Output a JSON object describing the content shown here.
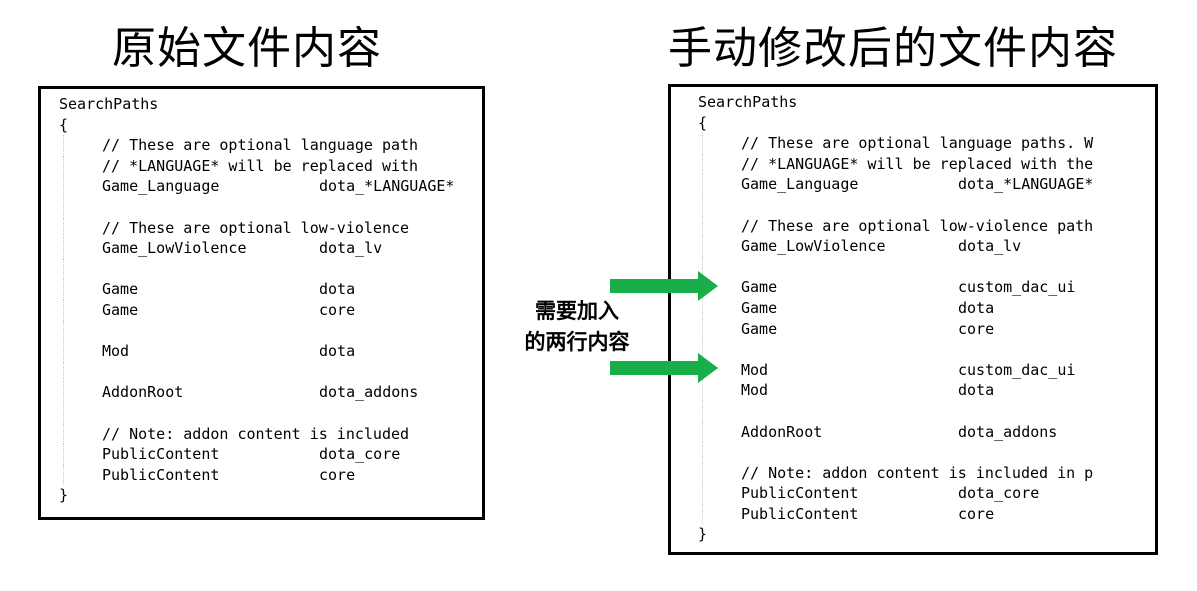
{
  "titles": {
    "left": "原始文件内容",
    "right": "手动修改后的文件内容"
  },
  "annotation": {
    "line1": "需要加入",
    "line2": "的两行内容"
  },
  "colors": {
    "arrow": "#1aae4a",
    "border": "#000000"
  },
  "original_file": [
    {
      "indent": 0,
      "key": "SearchPaths",
      "value": ""
    },
    {
      "indent": 0,
      "key": "{",
      "value": ""
    },
    {
      "indent": 1,
      "key": "// These are optional language path",
      "value": ""
    },
    {
      "indent": 1,
      "key": "// *LANGUAGE* will be replaced with",
      "value": ""
    },
    {
      "indent": 1,
      "key": "Game_Language",
      "value": "dota_*LANGUAGE*"
    },
    {
      "indent": 1,
      "key": "",
      "value": ""
    },
    {
      "indent": 1,
      "key": "// These are optional low-violence",
      "value": ""
    },
    {
      "indent": 1,
      "key": "Game_LowViolence",
      "value": "dota_lv"
    },
    {
      "indent": 1,
      "key": "",
      "value": ""
    },
    {
      "indent": 1,
      "key": "Game",
      "value": "dota"
    },
    {
      "indent": 1,
      "key": "Game",
      "value": "core"
    },
    {
      "indent": 1,
      "key": "",
      "value": ""
    },
    {
      "indent": 1,
      "key": "Mod",
      "value": "dota"
    },
    {
      "indent": 1,
      "key": "",
      "value": ""
    },
    {
      "indent": 1,
      "key": "AddonRoot",
      "value": "dota_addons"
    },
    {
      "indent": 1,
      "key": "",
      "value": ""
    },
    {
      "indent": 1,
      "key": "// Note: addon content is included",
      "value": ""
    },
    {
      "indent": 1,
      "key": "PublicContent",
      "value": "dota_core"
    },
    {
      "indent": 1,
      "key": "PublicContent",
      "value": "core"
    },
    {
      "indent": 0,
      "key": "}",
      "value": ""
    }
  ],
  "modified_file": [
    {
      "indent": 0,
      "key": "SearchPaths",
      "value": ""
    },
    {
      "indent": 0,
      "key": "{",
      "value": ""
    },
    {
      "indent": 1,
      "key": "// These are optional language paths. W",
      "value": ""
    },
    {
      "indent": 1,
      "key": "// *LANGUAGE* will be replaced with the",
      "value": ""
    },
    {
      "indent": 1,
      "key": "Game_Language",
      "value": "dota_*LANGUAGE*"
    },
    {
      "indent": 1,
      "key": "",
      "value": ""
    },
    {
      "indent": 1,
      "key": "// These are optional low-violence path",
      "value": ""
    },
    {
      "indent": 1,
      "key": "Game_LowViolence",
      "value": "dota_lv"
    },
    {
      "indent": 1,
      "key": "",
      "value": ""
    },
    {
      "indent": 1,
      "key": "Game",
      "value": "custom_dac_ui"
    },
    {
      "indent": 1,
      "key": "Game",
      "value": "dota"
    },
    {
      "indent": 1,
      "key": "Game",
      "value": "core"
    },
    {
      "indent": 1,
      "key": "",
      "value": ""
    },
    {
      "indent": 1,
      "key": "Mod",
      "value": "custom_dac_ui"
    },
    {
      "indent": 1,
      "key": "Mod",
      "value": "dota"
    },
    {
      "indent": 1,
      "key": "",
      "value": ""
    },
    {
      "indent": 1,
      "key": "AddonRoot",
      "value": "dota_addons"
    },
    {
      "indent": 1,
      "key": "",
      "value": ""
    },
    {
      "indent": 1,
      "key": "// Note: addon content is included in p",
      "value": ""
    },
    {
      "indent": 1,
      "key": "PublicContent",
      "value": "dota_core"
    },
    {
      "indent": 1,
      "key": "PublicContent",
      "value": "core"
    },
    {
      "indent": 0,
      "key": "}",
      "value": ""
    }
  ]
}
